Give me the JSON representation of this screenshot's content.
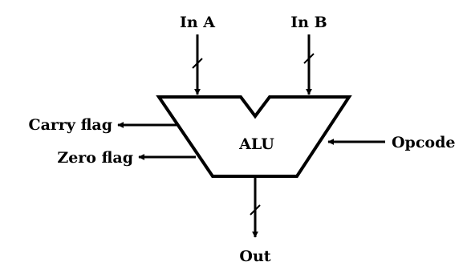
{
  "diagram": {
    "block_label": "ALU",
    "input_a": "In A",
    "input_b": "In B",
    "output": "Out",
    "opcode": "Opcode",
    "carry_flag": "Carry flag",
    "zero_flag": "Zero flag"
  },
  "colors": {
    "stroke": "#000000",
    "background": "#ffffff"
  }
}
